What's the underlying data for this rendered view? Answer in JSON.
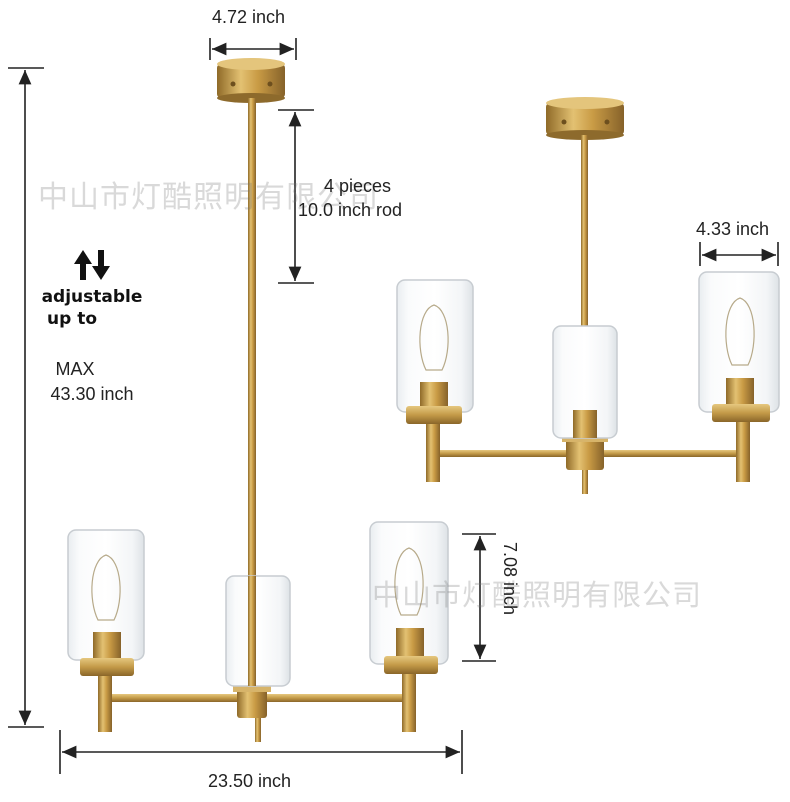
{
  "dimensions": {
    "canopy_width": "4.72 inch",
    "rod_pieces_line1": "4 pieces",
    "rod_pieces_line2": "10.0 inch rod",
    "adjustable_line1": "adjustable",
    "adjustable_line2": "up to",
    "max_line1": "MAX",
    "max_line2": "43.30 inch",
    "shade_diameter": "4.33 inch",
    "shade_height": "7.08 inch",
    "total_width": "23.50 inch"
  },
  "watermarks": {
    "top": "中山市灯酷照明有限公司",
    "middle": "中山市灯酷照明有限公司"
  },
  "colors": {
    "brass": "#c9a04a",
    "brass_dark": "#9c7630",
    "glass_edge": "#c9ced3",
    "line": "#222222"
  }
}
